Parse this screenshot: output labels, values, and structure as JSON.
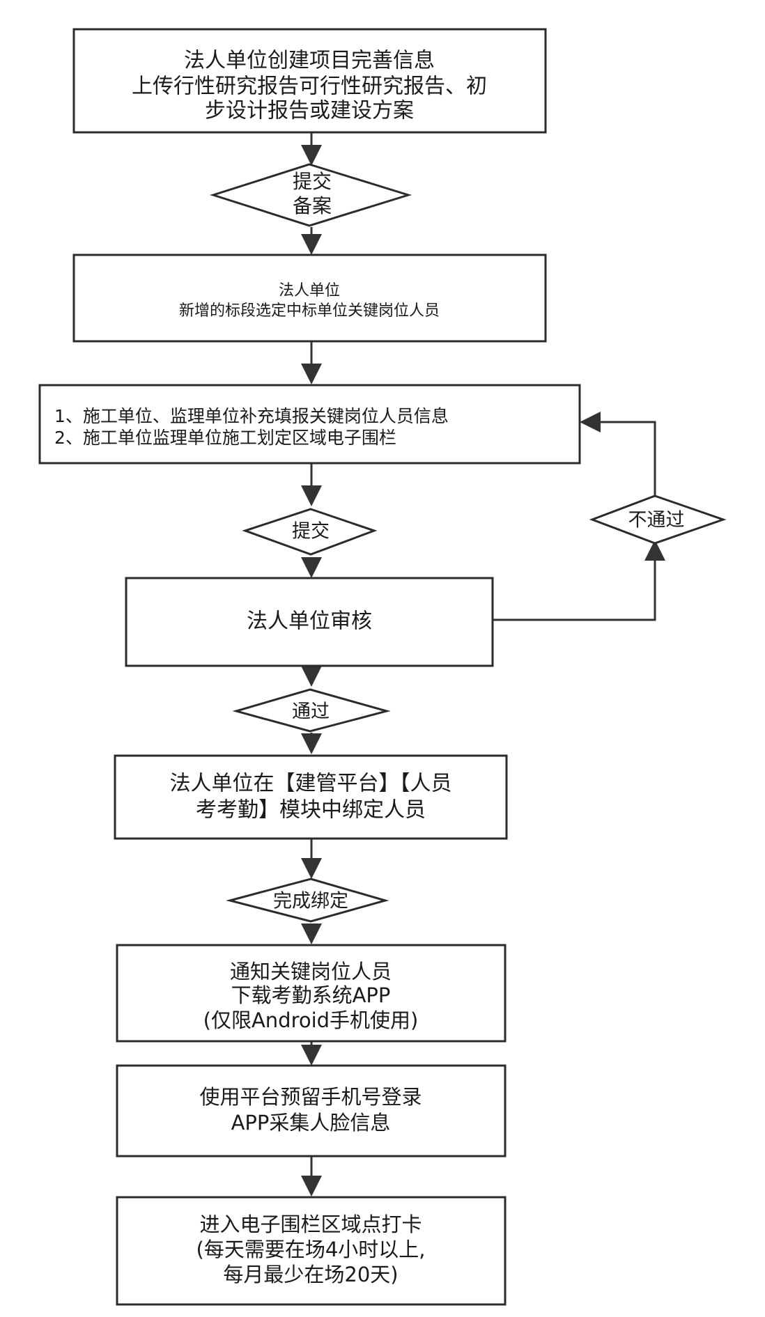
{
  "nodes": {
    "step1": {
      "lines": [
        "法人单位创建项目完善信息",
        "上传行性研究报告可行性研究报告、初",
        "步设计报告或建设方案"
      ]
    },
    "decision_submit_record": {
      "lines": [
        "提交",
        "备案"
      ]
    },
    "step2": {
      "lines": [
        "法人单位",
        "新增的标段选定中标单位关键岗位人员"
      ]
    },
    "step3": {
      "lines": [
        "1、施工单位、监理单位补充填报关键岗位人员信息",
        "2、施工单位监理单位施工划定区域电子围栏"
      ]
    },
    "decision_submit": {
      "lines": [
        "提交"
      ]
    },
    "decision_not_pass": {
      "lines": [
        "不通过"
      ]
    },
    "step4": {
      "lines": [
        "法人单位审核"
      ]
    },
    "decision_pass": {
      "lines": [
        "通过"
      ]
    },
    "step5": {
      "lines": [
        "法人单位在【建管平台】【人员",
        "考考勤】模块中绑定人员"
      ]
    },
    "decision_bind_done": {
      "lines": [
        "完成绑定"
      ]
    },
    "step6": {
      "lines": [
        "通知关键岗位人员",
        "下载考勤系统APP",
        "(仅限Android手机使用)"
      ]
    },
    "step7": {
      "lines": [
        "使用平台预留手机号登录",
        "APP采集人脸信息"
      ]
    },
    "step8": {
      "lines": [
        "进入电子围栏区域点打卡",
        "(每天需要在场4小时以上,",
        "每月最少在场20天)"
      ]
    }
  }
}
